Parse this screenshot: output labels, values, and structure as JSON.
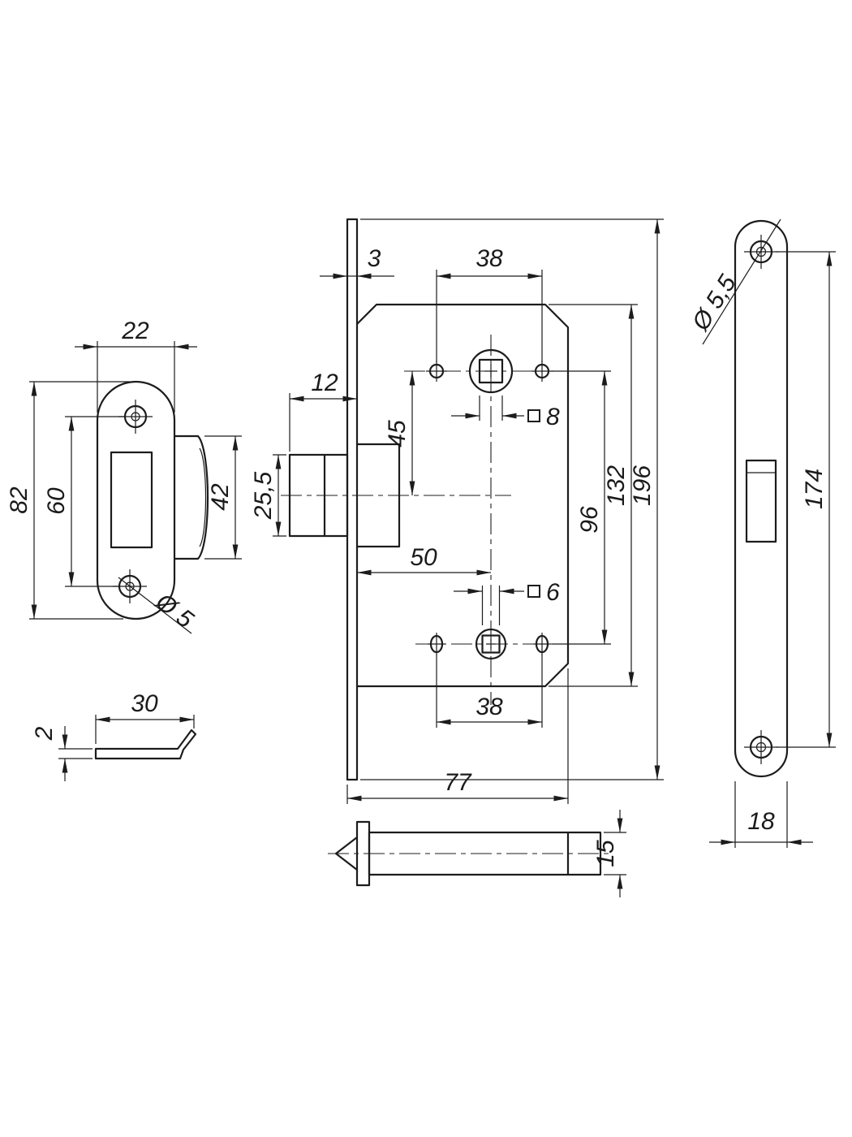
{
  "colors": {
    "background": "#ffffff",
    "line": "#1c1c1c"
  },
  "strike_plate": {
    "width": "22",
    "height": "82",
    "hole_spacing": "60",
    "tab_height": "42",
    "hole_dia": "Ø 5"
  },
  "dust_box": {
    "width": "30",
    "thickness": "2"
  },
  "lock_body": {
    "faceplate_thickness": "3",
    "top_hole_spacing": "38",
    "latch_projection": "12",
    "spindle_to_latch": "45",
    "spindle_square_top": "8",
    "latch_height": "25,5",
    "backset": "50",
    "spindle_square_bottom": "6",
    "spindle_spacing": "96",
    "body_height": "132",
    "faceplate_length": "196",
    "bottom_hole_spacing": "38",
    "body_depth": "77",
    "latch_width": "15"
  },
  "faceplate": {
    "hole_dia": "Ø 5,5",
    "screw_spacing": "174",
    "width": "18"
  }
}
